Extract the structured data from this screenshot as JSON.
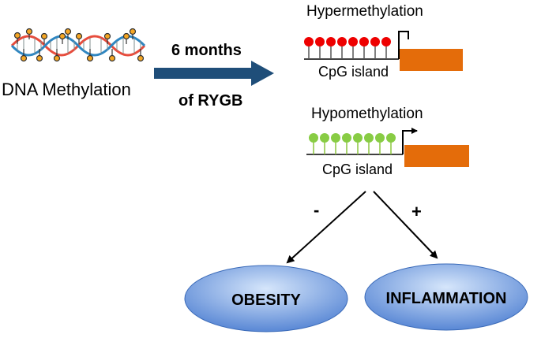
{
  "labels": {
    "dna_methylation": "DNA Methylation",
    "arrow_line1": "6 months",
    "arrow_line2": "of RYGB",
    "hyper_title": "Hypermethylation",
    "hypo_title": "Hypomethylation",
    "cpg_top": "CpG island",
    "cpg_bottom": "CpG island",
    "minus_sign": "-",
    "plus_sign": "+",
    "obesity": "OBESITY",
    "inflammation": "INFLAMMATION"
  },
  "colors": {
    "methyl_red": "#ee0000",
    "methyl_green": "#88cc44",
    "gene_orange": "#e46c0a",
    "main_arrow": "#1f4e79",
    "ellipse_light": "#b7d0f2",
    "ellipse_dark": "#4a7dd0"
  }
}
